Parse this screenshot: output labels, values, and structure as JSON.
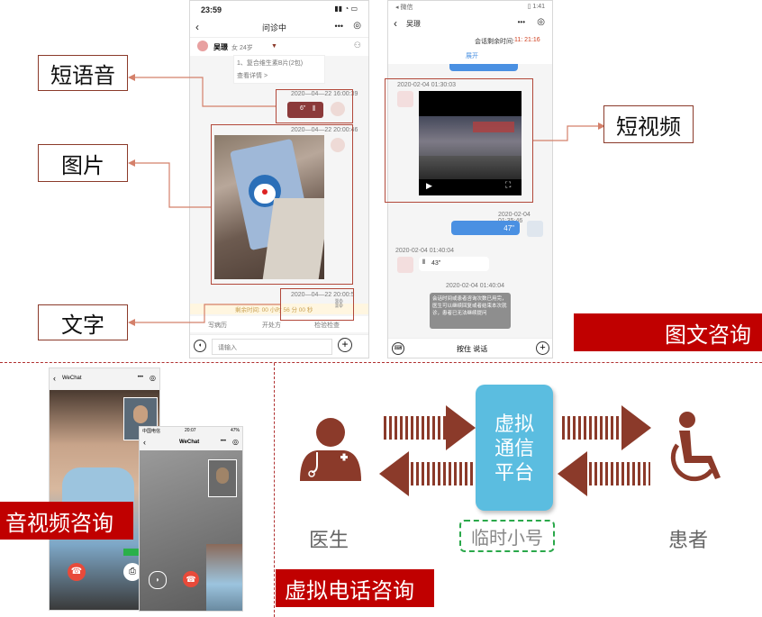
{
  "left_phone": {
    "time": "23:59",
    "title": "问诊中",
    "patient_name": "吴璟",
    "patient_info": "女  24岁",
    "rx_item": "1、复合维生素B片(2包)",
    "view_detail": "查看详情 >",
    "ts1": "2020—04—22 16:00:39",
    "voice_len": "6\"",
    "ts2": "2020—04—22 20:00:46",
    "ts3": "2020—04—22 20:00:5",
    "notice": "剩余时间: 00 小时 56 分 00 秒",
    "tabs": [
      "写病历",
      "开处方",
      "检验检查"
    ],
    "input_placeholder": "请输入"
  },
  "right_phone": {
    "status_left": "◂ 微信",
    "status_right": "▯ 1:41",
    "name": "吴璟",
    "remaining_label": "会话剩余时间:",
    "remaining_value": "11: 21:16",
    "expand": "展开",
    "ts1": "2020-02-04 01:30:03",
    "ts2": "2020-02-04 01:35:46",
    "voice_blue": "47\"",
    "ts3": "2020-02-04 01:40:04",
    "voice_white": "43\"",
    "ts4": "2020-02-04 01:40:04",
    "system_msg": "会话时间或患者咨询次数已用完，医生可以继续回复或者结束本次就诊，患者已无法继续提问",
    "hold_to_talk": "按住 说话"
  },
  "callouts": {
    "voice": "短语音",
    "image": "图片",
    "text": "文字",
    "video": "短视频"
  },
  "section_labels": {
    "text_image": "图文咨询",
    "av": "音视频咨询",
    "virtual_phone": "虚拟电话咨询"
  },
  "wechat": {
    "app_title1": "WeChat",
    "app_title2": "WeChat",
    "time2": "20:07",
    "carrier": "中国电信",
    "battery": "47%"
  },
  "diagram": {
    "platform": "虚拟\n通信\n平台",
    "doctor": "医生",
    "temp_number": "临时小号",
    "patient": "患者"
  },
  "colors": {
    "brown": "#8b3a2a",
    "red": "#c00000",
    "platform_blue": "#5bbde0",
    "green_dash": "#2aa84a",
    "chat_blue": "#4a90e2"
  }
}
